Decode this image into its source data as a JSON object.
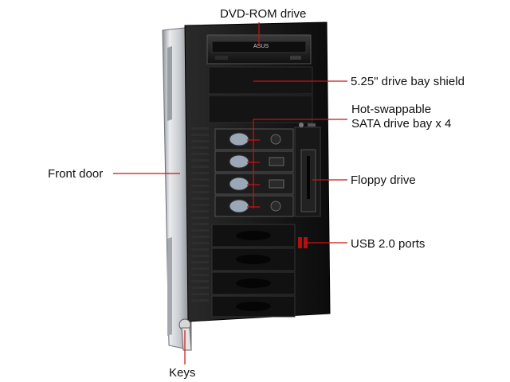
{
  "labels": {
    "dvd_rom": "DVD-ROM drive",
    "bay_shield": "5.25\" drive bay shield",
    "hot_swap_line1": "Hot-swappable",
    "hot_swap_line2": "SATA drive bay x 4",
    "front_door": "Front door",
    "floppy": "Floppy drive",
    "usb": "USB 2.0 ports",
    "keys": "Keys"
  },
  "logos": {
    "optical_drive_brand": "ASUS"
  },
  "colors": {
    "callout_line": "#cc1111",
    "case_black": "#161616",
    "door_silver": "#c9ccd1"
  }
}
